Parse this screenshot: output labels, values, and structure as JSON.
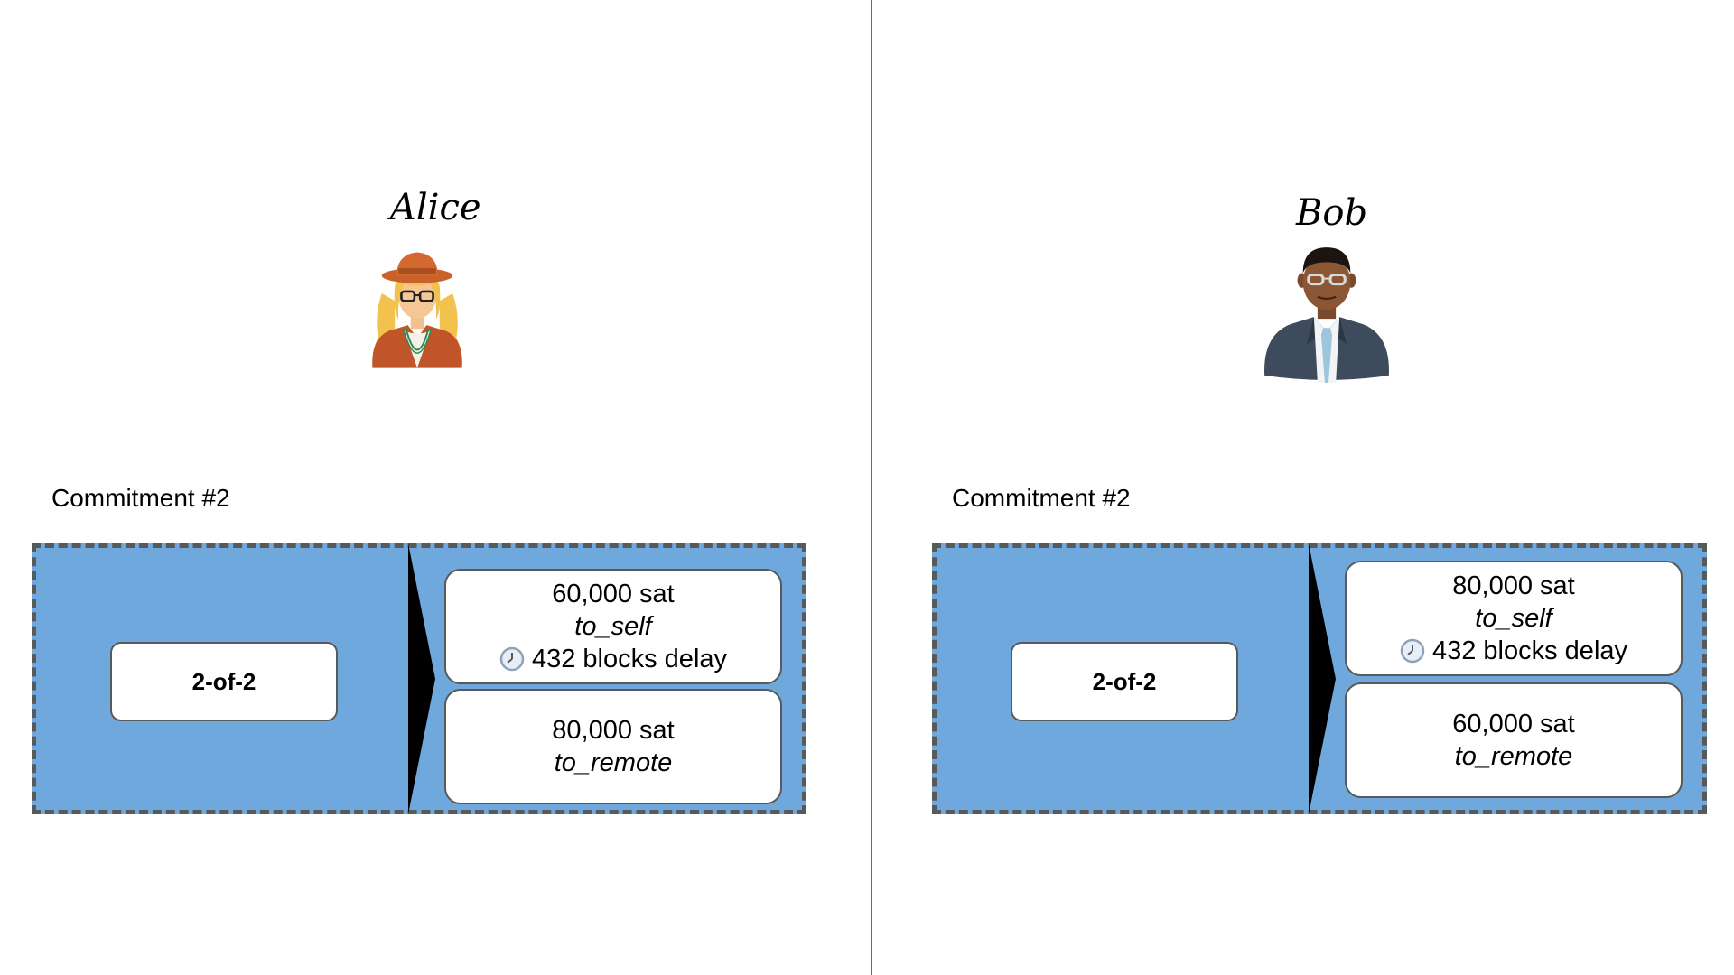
{
  "parties": [
    {
      "name": "Alice",
      "commitment_title": "Commitment #2",
      "multisig_label": "2-of-2",
      "outputs": [
        {
          "amount": "60,000 sat",
          "role": "to_self",
          "delay": "432 blocks delay",
          "delay_icon": "clock-icon"
        },
        {
          "amount": "80,000 sat",
          "role": "to_remote"
        }
      ]
    },
    {
      "name": "Bob",
      "commitment_title": "Commitment #2",
      "multisig_label": "2-of-2",
      "outputs": [
        {
          "amount": "80,000 sat",
          "role": "to_self",
          "delay": "432 blocks delay",
          "delay_icon": "clock-icon"
        },
        {
          "amount": "60,000 sat",
          "role": "to_remote"
        }
      ]
    }
  ],
  "colors": {
    "transaction_fill": "#6fa8dc",
    "dashed_border": "#595959",
    "divider": "#6b6b6b"
  }
}
